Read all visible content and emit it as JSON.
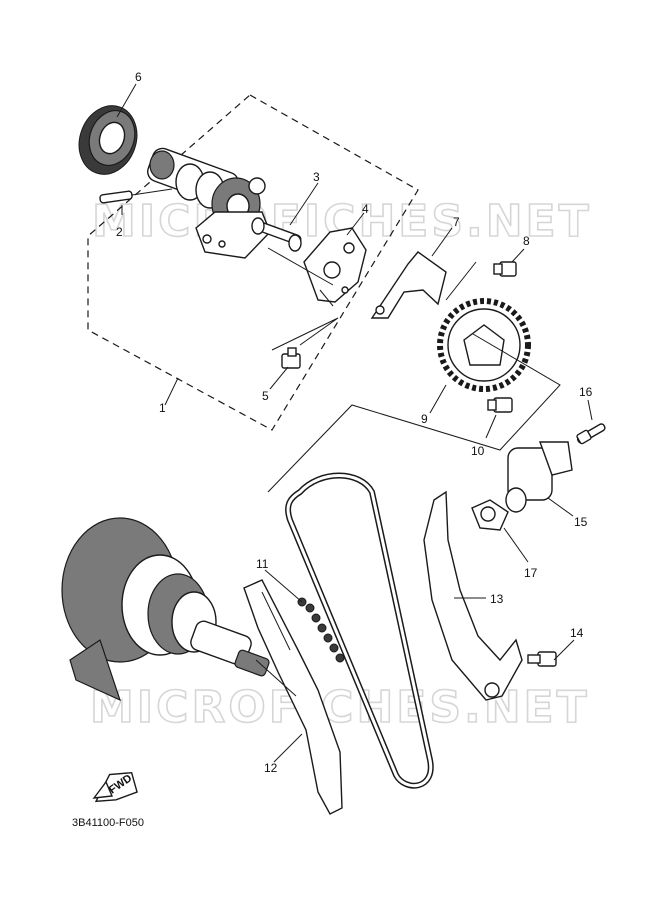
{
  "watermarks": [
    "MICROFICHES.NET",
    "MICROFICHES.NET"
  ],
  "diagram_code": "3B41100-F050",
  "fwd_label": "FWD",
  "callouts": {
    "c1": "1",
    "c2": "2",
    "c3": "3",
    "c4": "4",
    "c5": "5",
    "c6": "6",
    "c7": "7",
    "c8": "8",
    "c9": "9",
    "c10": "10",
    "c11": "11",
    "c12": "12",
    "c13": "13",
    "c14": "14",
    "c15": "15",
    "c16": "16",
    "c17": "17"
  }
}
